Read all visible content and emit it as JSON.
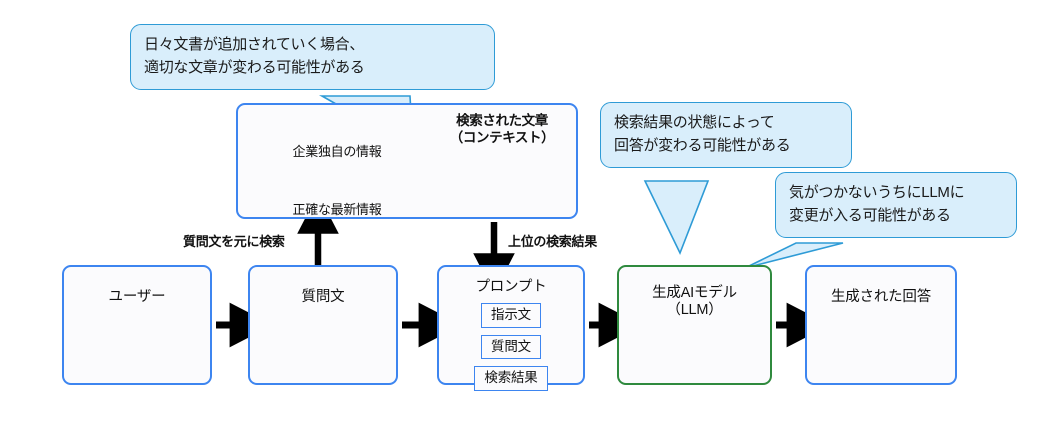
{
  "diagram": {
    "title": "RAG flow with risk callouts",
    "colors": {
      "box_border_blue": "#3d85f0",
      "box_border_green": "#2f8a3e",
      "callout_fill": "#d9eefb",
      "callout_border": "#2e9bd6",
      "icon_blue": "#5b9bf8",
      "icon_dark": "#17223b",
      "arrow_black": "#000000"
    }
  },
  "flow": {
    "nodes": [
      {
        "id": "user",
        "label": "ユーザー",
        "icon": "person-icon"
      },
      {
        "id": "question",
        "label": "質問文",
        "icon": "question-circle-icon"
      },
      {
        "id": "prompt",
        "label": "プロンプト",
        "icon": "none",
        "chips": [
          "指示文",
          "質問文",
          "検索結果"
        ]
      },
      {
        "id": "llm",
        "label": "生成AIモデル\n（LLM）",
        "icon": "lightbulb-gear-icon"
      },
      {
        "id": "answer",
        "label": "生成された回答",
        "icon": "speech-bubble-icon"
      }
    ]
  },
  "knowledge": {
    "sources": [
      {
        "caption": "企業独自の情報",
        "icons": [
          "document-icon",
          "windows-stack-icon"
        ]
      },
      {
        "caption": "正確な最新情報",
        "icons": [
          "database-icon",
          "clipboard-stack-icon"
        ]
      }
    ],
    "context": {
      "title": "検索された文章\n（コンテキスト）",
      "icon": "stacked-document-icon"
    },
    "inner_arrow": "arrow-right-icon"
  },
  "edges": [
    {
      "id": "search-up",
      "label": "質問文を元に検索",
      "icon": "arrow-up-icon"
    },
    {
      "id": "topresults",
      "label": "上位の検索結果",
      "icon": "arrow-down-icon"
    }
  ],
  "callouts": [
    {
      "id": "c1",
      "text": "日々文書が追加されていく場合、\n適切な文章が変わる可能性がある"
    },
    {
      "id": "c2",
      "text": "検索結果の状態によって\n回答が変わる可能性がある"
    },
    {
      "id": "c3",
      "text": "気がつかないうちにLLMに\n変更が入る可能性がある"
    }
  ]
}
